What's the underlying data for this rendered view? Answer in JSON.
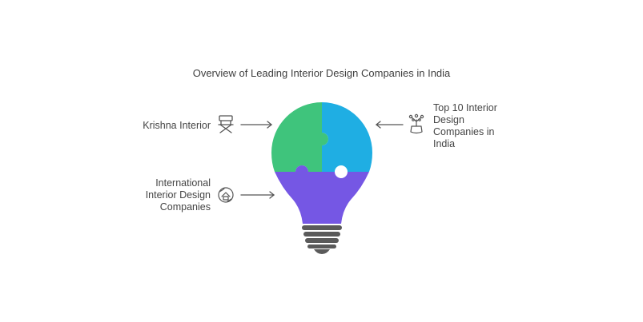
{
  "title": "Overview of Leading Interior Design Companies in India",
  "items": [
    {
      "label": "Krishna Interior",
      "icon": "director-chair-icon",
      "color": "#3fc47c"
    },
    {
      "label": "Top 10 Interior Design Companies in India",
      "icon": "plant-pot-icon",
      "color": "#1faee3"
    },
    {
      "label": "International Interior Design Companies",
      "icon": "home-globe-icon",
      "color": "#7557e4"
    }
  ],
  "colors": {
    "bulb_base": "#5a5a5a",
    "arrow": "#555555",
    "text": "#444444"
  }
}
